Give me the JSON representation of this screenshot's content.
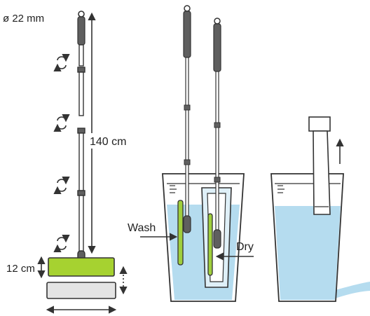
{
  "labels": {
    "diameter": "ø 22 mm",
    "length": "140 cm",
    "height": "12 cm",
    "wash": "Wash",
    "dry": "Dry"
  },
  "colors": {
    "outline": "#333333",
    "handle_dark": "#5f5f5f",
    "mop_green": "#a6d230",
    "mop_grey": "#e4e4e4",
    "water": "#b5dcef",
    "water_line": "#8fc7e3",
    "inner_insert": "#a0cf3c",
    "bucket_fill": "#ffffff"
  },
  "icons": {
    "twist": "rotate-arrows-icon",
    "arrow_up": "arrow-up-icon",
    "double_arrow": "double-arrow-icon"
  }
}
